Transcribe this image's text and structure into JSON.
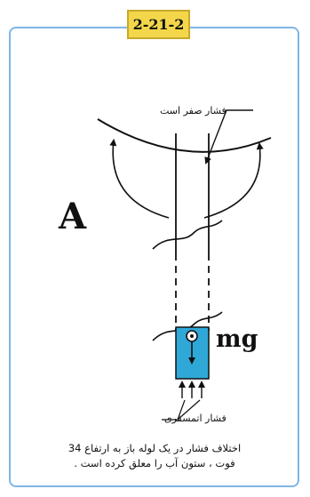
{
  "figure": {
    "number": "2-21-2",
    "letter_a": "A",
    "mg_label": "mg",
    "zero_pressure_label": "فشار صفر است",
    "atmospheric_pressure_label": "فشار اتمسفری",
    "caption_line1": "اختلاف فشار در یک لوله باز به ارتفاع 34",
    "caption_line2": "فوت ، ستون آب را معلق کرده است ."
  },
  "colors": {
    "frame_border": "#7fb6e4",
    "badge_fill": "#f3d64a",
    "water_fill": "#2fa8d8",
    "line": "#111111"
  }
}
